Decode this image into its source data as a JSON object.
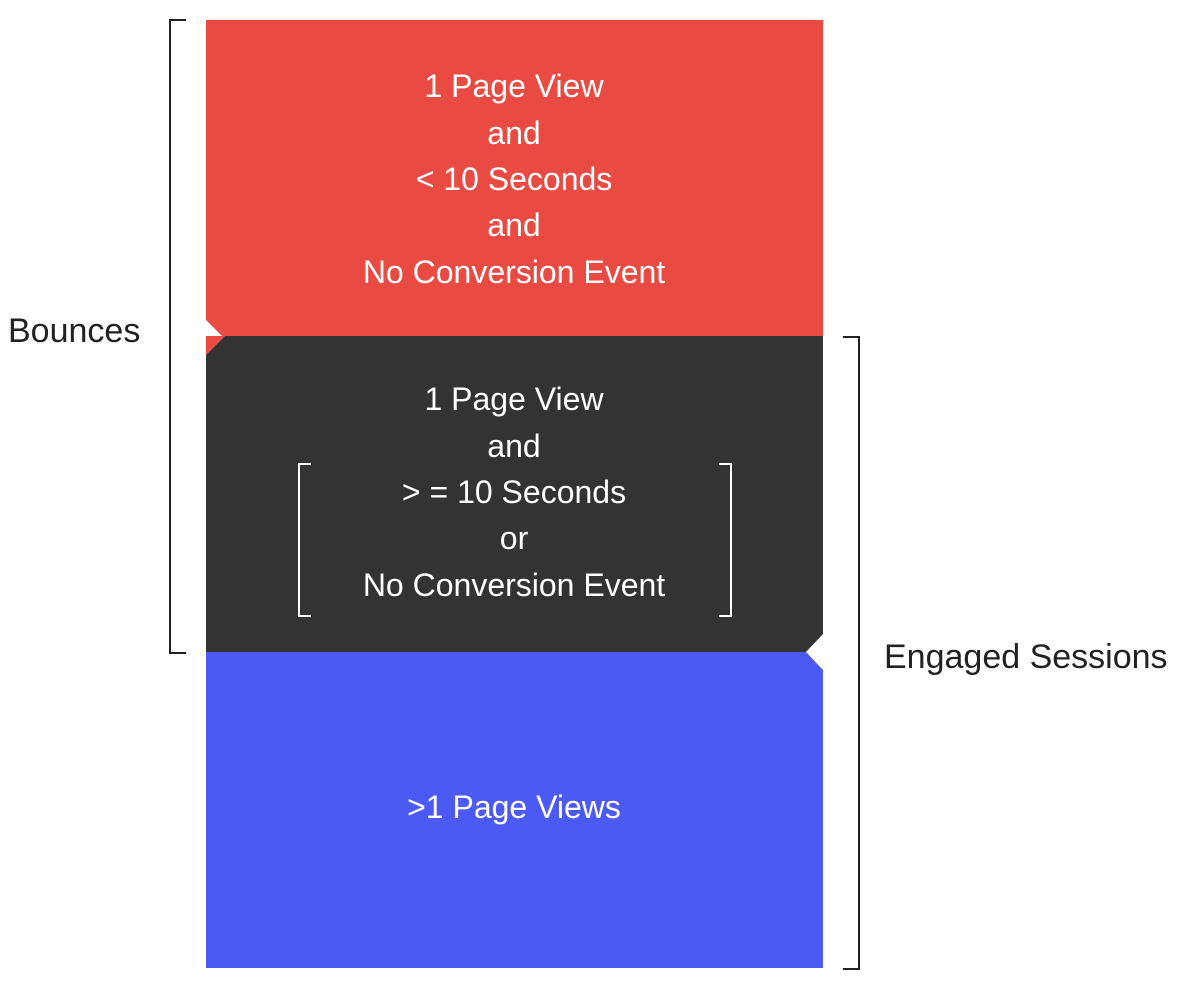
{
  "colors": {
    "bounce_block": "#e94b43",
    "middle_block": "#333333",
    "engaged_block": "#4a5af2",
    "text_on_block": "#ffffff",
    "bracket_line": "#222222"
  },
  "blocks": {
    "top": {
      "lines": [
        "1 Page View",
        "and",
        "< 10 Seconds",
        "and",
        "No Conversion Event"
      ]
    },
    "middle": {
      "lines": [
        "1 Page View",
        "and",
        "> = 10 Seconds",
        "or",
        "No Conversion Event"
      ]
    },
    "bottom": {
      "lines": [
        ">1 Page Views"
      ]
    }
  },
  "labels": {
    "bounces": "Bounces",
    "engaged_sessions": "Engaged Sessions"
  }
}
